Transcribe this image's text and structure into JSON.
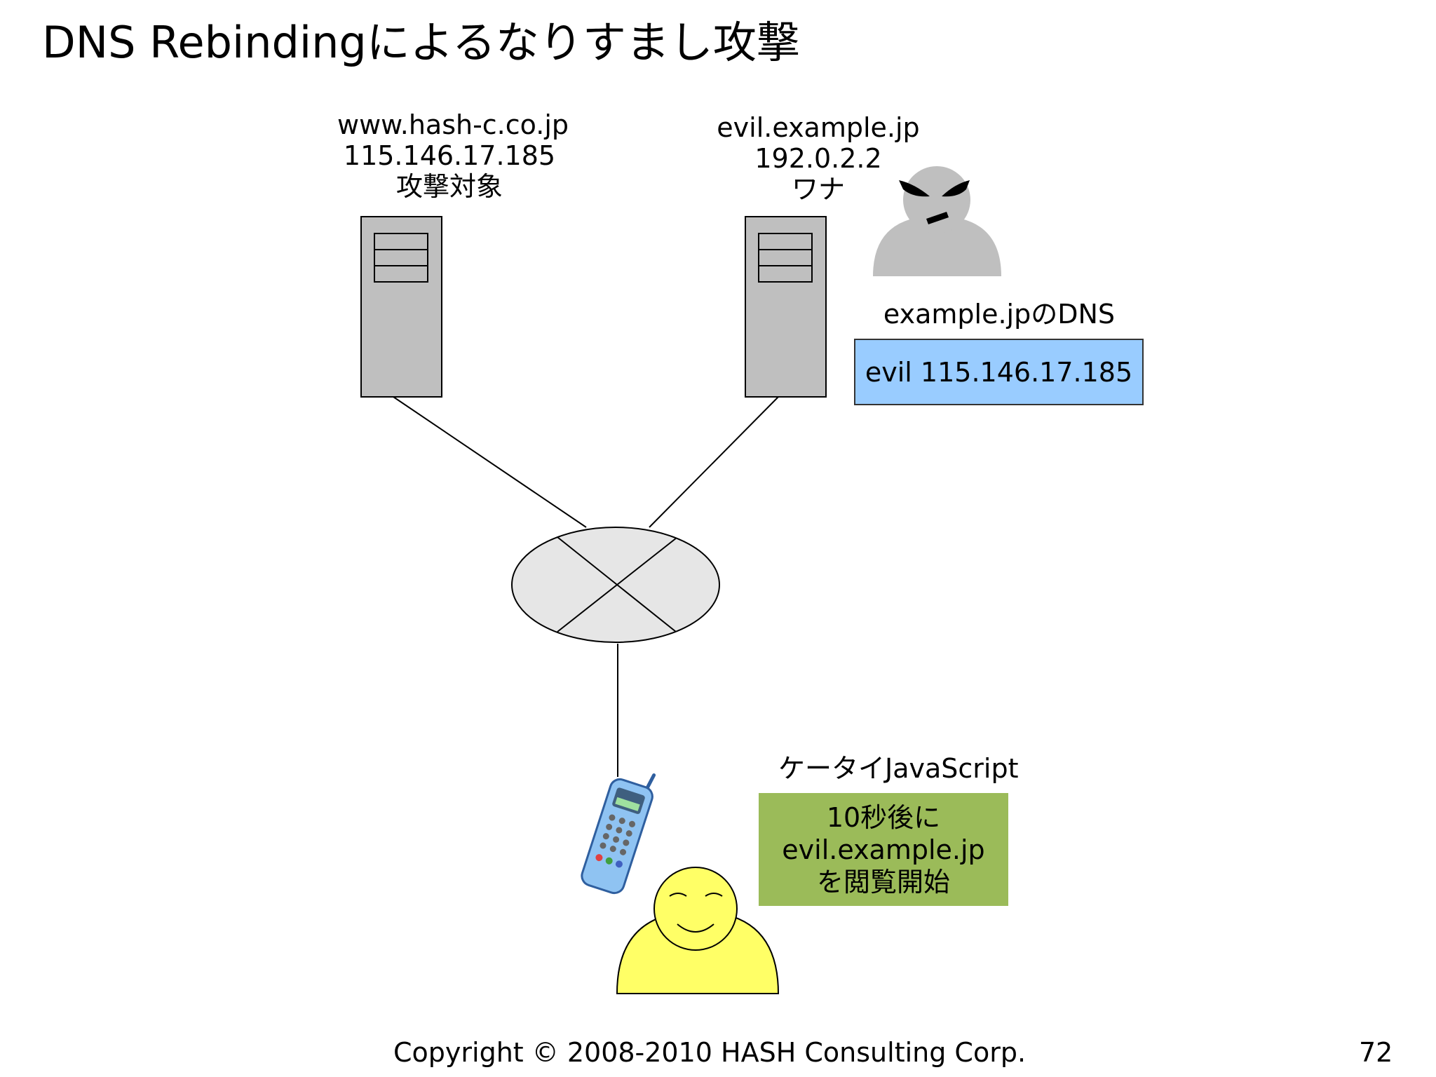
{
  "title": "DNS Rebindingによるなりすまし攻撃",
  "target_server": {
    "host": "www.hash-c.co.jp",
    "ip": "115.146.17.185",
    "role": "攻撃対象"
  },
  "trap_server": {
    "host": "evil.example.jp",
    "ip": "192.0.2.2",
    "role": "ワナ"
  },
  "dns": {
    "label": "example.jpのDNS",
    "record": "evil 115.146.17.185"
  },
  "client": {
    "label": "ケータイJavaScript",
    "lines": [
      "10秒後に",
      "evil.example.jp",
      "を閲覧開始"
    ]
  },
  "footer": {
    "copyright": "Copyright © 2008-2010 HASH Consulting Corp.",
    "page_number": "72"
  },
  "colors": {
    "dns_box": "#99ccff",
    "client_box": "#9bbb59",
    "user_face": "#ffff66",
    "attacker": "#bfbfbf",
    "server": "#bfbfbf",
    "network": "#e6e6e6"
  },
  "icons": [
    "server-icon",
    "network-hub-icon",
    "attacker-icon",
    "mobile-phone-icon",
    "smiling-user-icon"
  ]
}
